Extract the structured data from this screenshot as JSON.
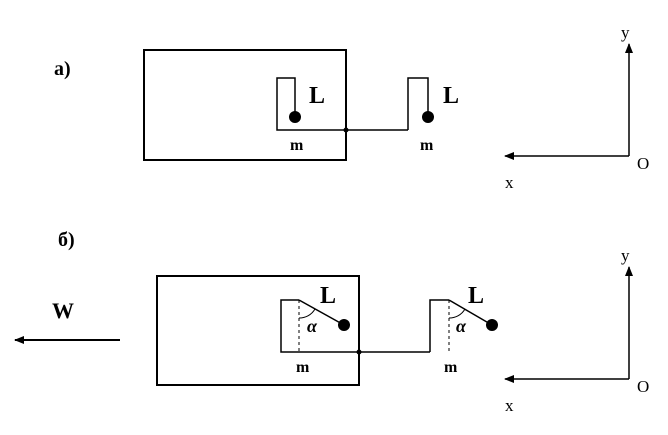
{
  "figure_a": {
    "label": "a)",
    "pendulum_left": {
      "length_label": "L",
      "mass_label": "m"
    },
    "pendulum_right": {
      "length_label": "L",
      "mass_label": "m"
    },
    "axes": {
      "y_label": "y",
      "x_label": "x",
      "origin_label": "O"
    }
  },
  "figure_b": {
    "label": "б)",
    "acceleration_label": "W",
    "pendulum_left": {
      "length_label": "L",
      "mass_label": "m",
      "angle_label": "α"
    },
    "pendulum_right": {
      "length_label": "L",
      "mass_label": "m",
      "angle_label": "α"
    },
    "axes": {
      "y_label": "y",
      "x_label": "x",
      "origin_label": "O"
    }
  }
}
